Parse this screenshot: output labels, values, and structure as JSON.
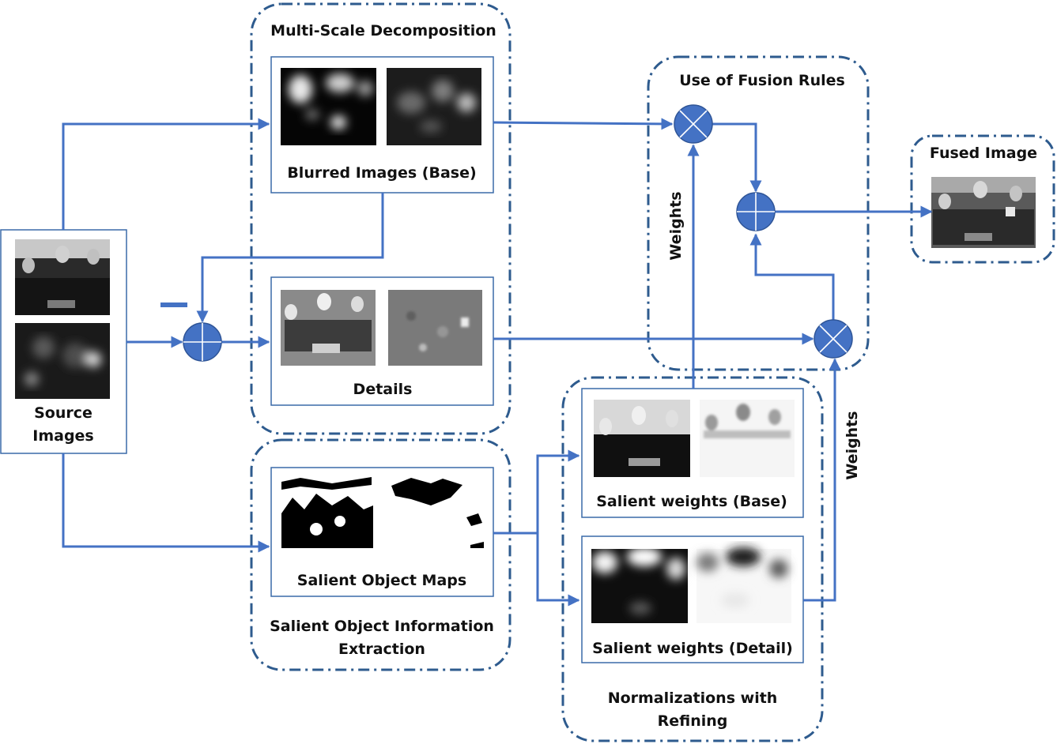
{
  "labels": {
    "multi_scale": "Multi-Scale Decomposition",
    "blurred": "Blurred Images (Base)",
    "details": "Details",
    "source_line1": "Source",
    "source_line2": "Images",
    "salient_maps": "Salient Object Maps",
    "salient_info_line1": "Salient Object Information",
    "salient_info_line2": "Extraction",
    "fusion_rules": "Use of Fusion Rules",
    "fused": "Fused Image",
    "weights": "Weights",
    "sw_base": "Salient weights (Base)",
    "sw_detail": "Salient weights (Detail)",
    "norm_line1": "Normalizations with",
    "norm_line2": "Refining"
  },
  "colors": {
    "arrow": "#4472c4",
    "dashed_border": "#2e5b8e",
    "node_fill": "#4472c4"
  }
}
